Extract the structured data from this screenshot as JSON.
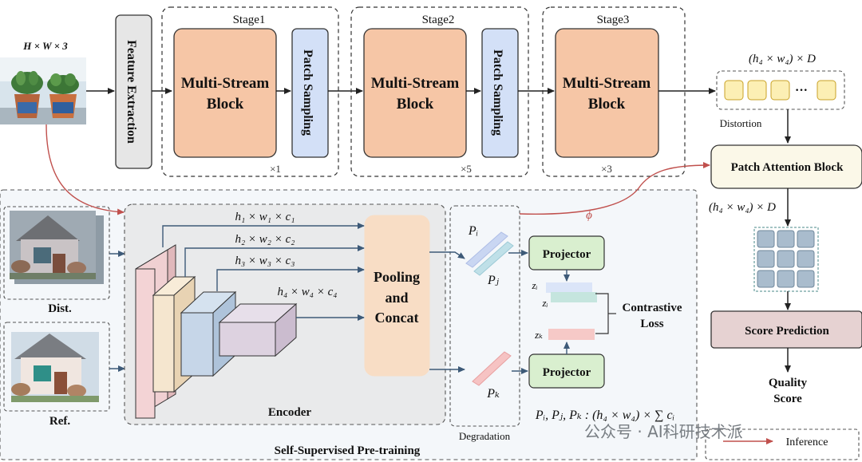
{
  "input": {
    "dims_label": "H × W × 3"
  },
  "feature_extraction": {
    "label": "Feature Extraction"
  },
  "stages": [
    {
      "title": "Stage1",
      "block_line1": "Multi-Stream",
      "block_line2": "Block",
      "repeat": "×1"
    },
    {
      "title": "Stage2",
      "block_line1": "Multi-Stream",
      "block_line2": "Block",
      "repeat": "×5"
    },
    {
      "title": "Stage3",
      "block_line1": "Multi-Stream",
      "block_line2": "Block",
      "repeat": "×3"
    }
  ],
  "patch_sampling": {
    "label": "Patch Sampling"
  },
  "distortion": {
    "dims_label": "(h₄ × w₄) × D",
    "ellipsis": "···",
    "caption": "Distortion"
  },
  "patch_attention": {
    "label": "Patch Attention Block",
    "out_dims": "(h₄ × w₄) × D"
  },
  "score_prediction": {
    "label": "Score Prediction"
  },
  "quality_score": {
    "line1": "Quality",
    "line2": "Score"
  },
  "pretraining": {
    "title": "Self-Supervised Pre-training",
    "dist_label": "Dist.",
    "ref_label": "Ref.",
    "encoder_label": "Encoder",
    "feature_labels": [
      "h₁ × w₁ × c₁",
      "h₂ × w₂ × c₂",
      "h₃ × w₃ × c₃",
      "h₄ × w₄ × c₄"
    ],
    "pooling": {
      "line1": "Pooling",
      "line2": "and",
      "line3": "Concat"
    },
    "p_i": "Pᵢ",
    "p_j": "Pⱼ",
    "p_k": "Pₖ",
    "degradation_label": "Degradation",
    "projector_label": "Projector",
    "z_i": "zᵢ",
    "z_i_prime": "zᵢ",
    "z_k": "zₖ",
    "contrastive": {
      "line1": "Contrastive",
      "line2": "Loss"
    },
    "formula": "Pᵢ, Pⱼ, Pₖ : (h₄ × w₄) × ∑ cᵢ",
    "phi": "ϕ"
  },
  "legend": {
    "inference": "Inference"
  },
  "watermark": "公众号 · AI科研技术派",
  "colors": {
    "multistream": "#f6c6a6",
    "patch_sampling": "#d3e0f7",
    "feature_extraction": "#e6e6e6",
    "pooling": "#f8ddc5",
    "projector": "#d9efcf",
    "patch_attention": "#fbf8e8",
    "score_prediction": "#e6d2d2",
    "pretrain_bg": "#f4f7fa",
    "red_arrow": "#c0504d",
    "blue_arrow": "#3d5a78"
  }
}
